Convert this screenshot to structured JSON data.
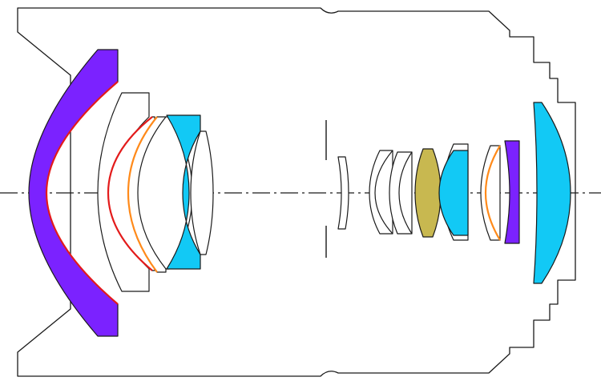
{
  "colors": {
    "outline": "#1a1a1a",
    "plain_glass": "#ffffff",
    "purple_element": "#7b22ff",
    "cyan_element": "#12c9f5",
    "olive_element": "#c8b850",
    "red_coating": "#e31b1b",
    "orange_coating": "#ff8a1a"
  },
  "elements": [
    {
      "name": "front-meniscus",
      "color": "purple_element"
    },
    {
      "name": "second-meniscus",
      "color": "plain_glass"
    },
    {
      "name": "third-meniscus",
      "color": "plain_glass",
      "coating": "red_coating"
    },
    {
      "name": "fourth-meniscus",
      "color": "plain_glass",
      "coating": "orange_coating"
    },
    {
      "name": "biconcave-element",
      "color": "cyan_element"
    },
    {
      "name": "biconvex-element",
      "color": "plain_glass"
    },
    {
      "name": "thin-element",
      "color": "plain_glass"
    },
    {
      "name": "rear-group-meniscus-1",
      "color": "plain_glass"
    },
    {
      "name": "rear-group-meniscus-2",
      "color": "plain_glass"
    },
    {
      "name": "biconvex-olive-element",
      "color": "olive_element"
    },
    {
      "name": "cyan-meniscus",
      "color": "cyan_element"
    },
    {
      "name": "meniscus-orange",
      "color": "plain_glass",
      "coating": "orange_coating"
    },
    {
      "name": "purple-plano-element",
      "color": "purple_element"
    },
    {
      "name": "rear-cyan-element",
      "color": "cyan_element"
    }
  ]
}
